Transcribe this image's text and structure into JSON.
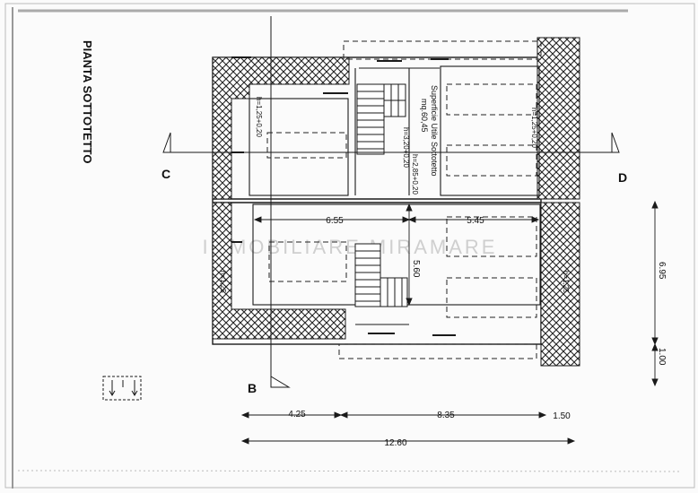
{
  "drawing": {
    "title": "PIANTA SOTTOTETTO",
    "watermark": "IMMOBILIARE MIRAMARE",
    "section_labels": {
      "c": "C",
      "d": "D",
      "b": "B"
    },
    "surface_note": {
      "line1": "Superficie Utile Sottotetto",
      "line2": "mq.60,45"
    },
    "heights": {
      "left_top": "h=1,25+0,20",
      "right_top": "h=1,25+0,20",
      "stair": "h=3,20+0,20",
      "center": "h=2,85+0,20",
      "left_bottom": "h=1,25",
      "right_bottom": "h=1,25"
    },
    "dimensions": {
      "inner_left": "6.55",
      "inner_right": "5.45",
      "inner_vertical": "5.60",
      "right_upper": "6.95",
      "right_lower": "1.00",
      "bottom_a": "4.25",
      "bottom_b": "8.35",
      "bottom_c": "1.50",
      "bottom_total": "12.60"
    },
    "colors": {
      "ink": "#1a1a1a",
      "paper": "#fbfbfb",
      "watermark": "#c8c8c8"
    }
  }
}
